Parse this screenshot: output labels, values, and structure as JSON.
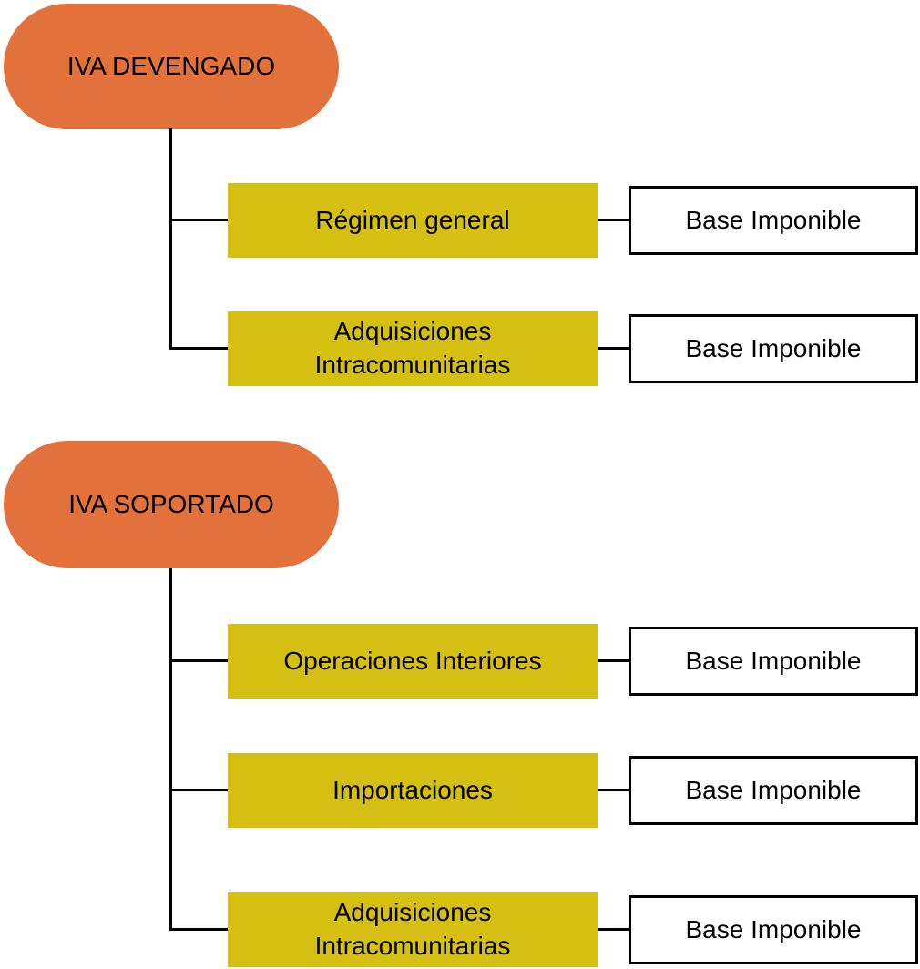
{
  "diagram": {
    "title_hint": "IVA flowchart",
    "colors": {
      "root_fill": "#E2713B",
      "category_fill": "#D5BF12",
      "value_fill": "#FFFFFF",
      "line": "#000000",
      "text": "#000000"
    },
    "sections": [
      {
        "root": "IVA DEVENGADO",
        "rows": [
          {
            "category": "Régimen general",
            "value": "Base Imponible"
          },
          {
            "category": "Adquisiciones Intracomunitarias",
            "value": "Base Imponible"
          }
        ]
      },
      {
        "root": "IVA SOPORTADO",
        "rows": [
          {
            "category": "Operaciones Interiores",
            "value": "Base Imponible"
          },
          {
            "category": "Importaciones",
            "value": "Base Imponible"
          },
          {
            "category": "Adquisiciones Intracomunitarias",
            "value": "Base Imponible"
          }
        ]
      }
    ]
  }
}
